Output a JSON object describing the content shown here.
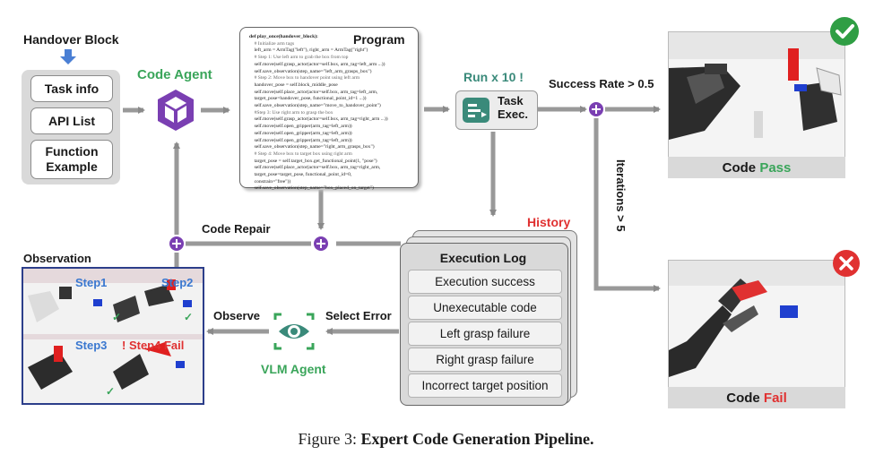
{
  "left": {
    "handover_block": "Handover Block",
    "items": [
      "Task info",
      "API List",
      "Function\nExample"
    ]
  },
  "code_agent": {
    "label": "Code Agent"
  },
  "program": {
    "title": "Program",
    "lines": [
      {
        "t": "def play_once(handover_block):",
        "k": "plain"
      },
      {
        "t": "    # Initialize arm tags",
        "k": "cm"
      },
      {
        "t": "    left_arm = ArmTag(\"left\"), right_arm = ArmTag(\"right\")",
        "k": "plain"
      },
      {
        "t": "    # Step 1: Use left arm to grab the box from top",
        "k": "cm"
      },
      {
        "t": "    self.move(self.grasp_actor(actor=self.box, arm_tag=left_arm ...))",
        "k": "plain"
      },
      {
        "t": "    self.save_observation(step_name=\"left_arm_grasps_box\")",
        "k": "plain"
      },
      {
        "t": "    # Step 2: Move box to handover point using left arm",
        "k": "cm"
      },
      {
        "t": "    handover_pose = self.block_middle_pose",
        "k": "plain"
      },
      {
        "t": "    self.move(self.place_actor(actor=self.box, arm_tag=left_arm,",
        "k": "plain"
      },
      {
        "t": "    target_pose=handover_pose, functional_point_id=1 ...))",
        "k": "plain"
      },
      {
        "t": "    self.save_observation(step_name=\"move_to_handover_point\")",
        "k": "plain"
      },
      {
        "t": "    #Step 3: Use right arm to grasp the box",
        "k": "cm"
      },
      {
        "t": "    self.move(self.grasp_actor(actor=self.box, arm_tag=right_arm ...))",
        "k": "plain"
      },
      {
        "t": "    self.move(self.open_gripper(arm_tag=left_arm))",
        "k": "plain"
      },
      {
        "t": "    self.move(self.open_gripper(arm_tag=left_arm))",
        "k": "plain"
      },
      {
        "t": "    self.move(self.open_gripper(arm_tag=left_arm))",
        "k": "plain"
      },
      {
        "t": "    self.save_observation(step_name=\"right_arm_grasps_box\")",
        "k": "plain"
      },
      {
        "t": "    # Step 4: Move box to target box using right arm",
        "k": "cm"
      },
      {
        "t": "    target_pose = self.target_box.get_functional_point(1, \"pose\")",
        "k": "plain"
      },
      {
        "t": "    self.move(self.place_actor(actor=self.box, arm_tag=right_arm,",
        "k": "plain"
      },
      {
        "t": "    target_pose=target_pose, functional_point_id=0,",
        "k": "plain"
      },
      {
        "t": "    constrain=\"free\"))",
        "k": "plain"
      },
      {
        "t": "    self.save_observation(step_name=\"box_placed_on_target\")",
        "k": "plain"
      }
    ]
  },
  "run": {
    "label": "Run x 10 !",
    "box": "Task\nExec."
  },
  "success_rate": "Success Rate > 0.5",
  "iterations": "Iterations > 5",
  "code_pass": {
    "prefix": "Code ",
    "status": "Pass"
  },
  "code_fail": {
    "prefix": "Code ",
    "status": "Fail"
  },
  "history": "History",
  "execution_log": {
    "title": "Execution Log",
    "rows": [
      "Execution success",
      "Unexecutable code",
      "Left grasp failure",
      "Right grasp failure",
      "Incorrect target position"
    ]
  },
  "code_repair": "Code Repair",
  "observation": {
    "title": "Observation",
    "steps": [
      "Step1",
      "Step2",
      "Step3",
      "! Step4 Fail"
    ]
  },
  "observe": "Observe",
  "select_error": "Select Error",
  "vlm_agent": "VLM Agent",
  "caption": {
    "prefix": "Figure 3: ",
    "title": "Expert Code Generation Pipeline."
  },
  "colors": {
    "purple": "#7a3fb2",
    "green": "#3aa55a",
    "teal": "#3a8a7a",
    "red": "#e03131",
    "blue_arrow": "#4a7fd4",
    "step_blue": "#3a78d0"
  }
}
